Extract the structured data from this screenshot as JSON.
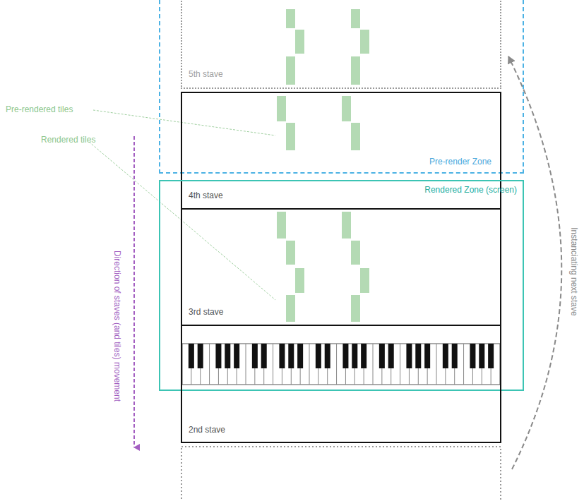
{
  "diagram": {
    "nodes": [
      {
        "text": [
          "5th stave"
        ]
      },
      {
        "text": [
          "Pre-render Zone"
        ]
      },
      {
        "text": [
          "4th stave"
        ]
      },
      {
        "text": [
          "Rendered Zone (screen)"
        ]
      },
      {
        "text": [
          "3rd stave"
        ]
      },
      {
        "text": [
          "2nd stave"
        ]
      }
    ],
    "labels": [
      "Pre-rendered tiles",
      "Rendered tiles",
      "Direction of staves (and tiles) movement",
      "Instanciating next stave"
    ]
  }
}
